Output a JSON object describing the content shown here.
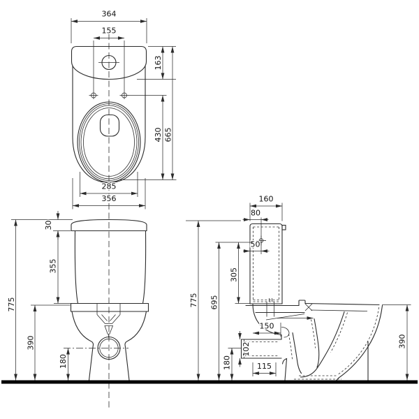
{
  "drawing": {
    "background": "#ffffff",
    "line_color": "#2b2b2b",
    "ground_color": "#000000"
  },
  "dims": {
    "top_width": "364",
    "top_holes": "155",
    "top_tank_depth": "163",
    "top_bowl_length": "430",
    "top_total_depth": "665",
    "top_seat_width": "285",
    "top_base_width": "356",
    "front_lid_height": "30",
    "front_tank_height": "355",
    "front_total_height": "775",
    "front_rim_height": "390",
    "front_outlet_height": "180",
    "side_total_height": "775",
    "side_hole_height": "695",
    "side_tank_body": "305",
    "side_tank_depth": "160",
    "side_hole_offset": "80",
    "side_hole_inset": "50",
    "side_rear_150": "150",
    "side_outlet_102": "102",
    "side_outlet_115": "115",
    "side_rim_height": "390",
    "side_outlet_height": "180"
  }
}
